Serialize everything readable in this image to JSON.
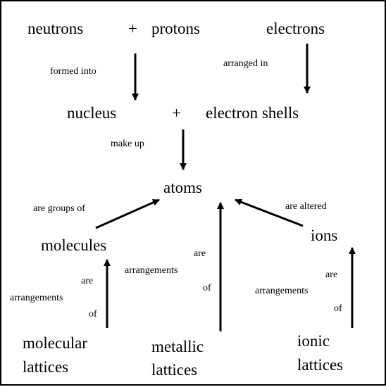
{
  "nodes": {
    "neutrons": "neutrons",
    "plus_top": "+",
    "protons": "protons",
    "electrons": "electrons",
    "nucleus": "nucleus",
    "plus_mid": "+",
    "electron_shells": "electron shells",
    "atoms": "atoms",
    "molecules": "molecules",
    "ions": "ions",
    "molecular_lattices_line1": "molecular",
    "molecular_lattices_line2": "lattices",
    "metallic_lattices_line1": "metallic",
    "metallic_lattices_line2": "lattices",
    "ionic_lattices_line1": "ionic",
    "ionic_lattices_line2": "lattices"
  },
  "links": {
    "formed_into": "formed into",
    "arranged_in": "arranged in",
    "make_up": "make up",
    "are_groups_of": "are groups of",
    "are_altered": "are altered",
    "molecular_are": "are",
    "molecular_arrangements": "arrangements",
    "molecular_of": "of",
    "metallic_are": "are",
    "metallic_arrangements": "arrangements",
    "metallic_of": "of",
    "ionic_are": "are",
    "ionic_arrangements": "arrangements",
    "ionic_of": "of"
  }
}
